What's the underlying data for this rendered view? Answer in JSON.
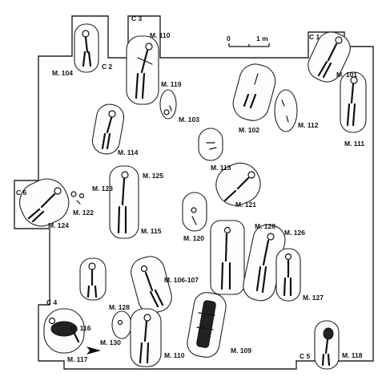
{
  "scale": {
    "zero": "0",
    "one": "1 m"
  },
  "sector_labels": [
    "C 1",
    "C 2",
    "C 3",
    "C 4",
    "C 5",
    "C 6"
  ],
  "grave_labels": [
    "M. 101",
    "M. 102",
    "M. 103",
    "M. 104",
    "M. 106-107",
    "M. 109",
    "M. 110",
    "M. 110",
    "M. 111",
    "M. 112",
    "M. 113",
    "M. 114",
    "M. 115",
    "M. 116",
    "M. 117",
    "M. 118",
    "M. 119",
    "M. 120",
    "M. 121",
    "M. 122",
    "M. 123",
    "M. 124",
    "M. 125",
    "M. 126",
    "M. 127",
    "M. 128",
    "M. 128",
    "M. 130"
  ],
  "north_arrow": "north-arrow-icon"
}
